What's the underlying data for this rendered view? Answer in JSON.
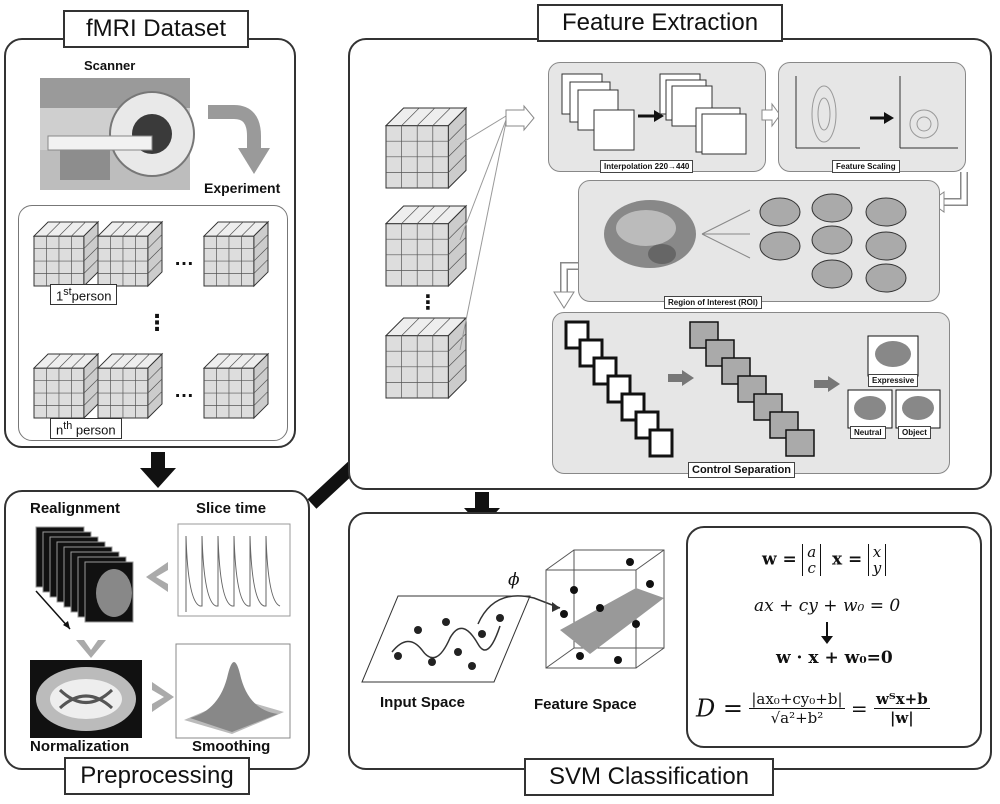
{
  "panels": {
    "dataset": {
      "title": "fMRI Dataset",
      "scanner_label": "Scanner",
      "experiment_label": "Experiment",
      "first_person": {
        "prefix": "1",
        "sup": "st",
        "suffix": "person"
      },
      "nth_person": {
        "prefix": "n",
        "sup": "th",
        "suffix": " person"
      },
      "dots_h": "…",
      "dots_v": "⋮"
    },
    "feature": {
      "title": "Feature Extraction",
      "interpolation": "Interpolation 220→440",
      "scaling": "Feature Scaling",
      "roi": "Region of Interest (ROI)",
      "control": "Control Separation",
      "expressive": "Expressive",
      "neutral": "Neutral",
      "object": "Object",
      "dots_v": "⋮"
    },
    "preprocessing": {
      "title": "Preprocessing",
      "realignment": "Realignment",
      "slice_time": "Slice time",
      "normalization": "Normalization",
      "smoothing": "Smoothing"
    },
    "svm": {
      "title": "SVM Classification",
      "input_space": "Input Space",
      "feature_space": "Feature Space",
      "phi": "ϕ",
      "eq_w": "w =",
      "eq_x": "x =",
      "vec_w": [
        "a",
        "c"
      ],
      "vec_x": [
        "x",
        "y"
      ],
      "eq_line": "ax + cy + w₀ = 0",
      "eq_dot": "w · x + w₀=0",
      "eq_d_lhs": "D =",
      "eq_d_num1": "|ax₀+cy₀+b|",
      "eq_d_den1": "√a²+b²",
      "eq_d_eq": "=",
      "eq_d_num2": "wᵀx+b",
      "eq_d_den2": "|w|"
    }
  },
  "colors": {
    "border": "#333333",
    "subpanel": "#e6e6e6",
    "arrow": "#111111",
    "gray_arrow": "#9a9a9a"
  }
}
